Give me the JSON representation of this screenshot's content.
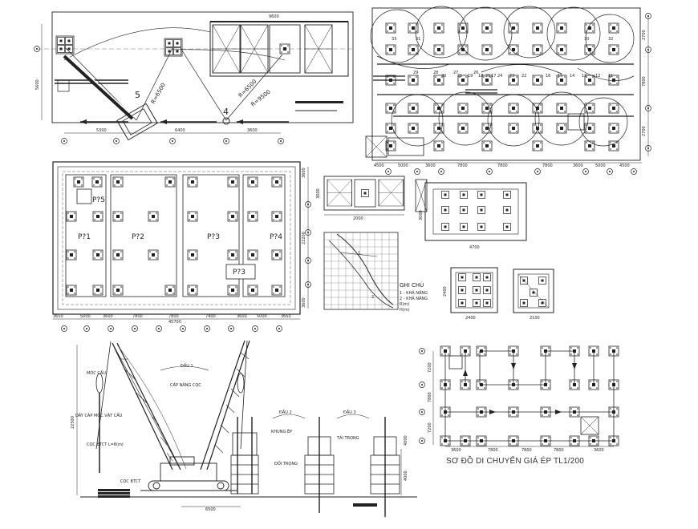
{
  "caption": "SƠ ĐỒ DI CHUYỂN GIÁ ÉP TL1/200",
  "top_left": {
    "radii": [
      "R=6500",
      "R=6500",
      "R=9500"
    ],
    "crane_positions": [
      "5",
      "4"
    ],
    "dims_bottom": [
      "5300",
      "6400",
      "3600"
    ],
    "dim_left": "5600",
    "dim_top": "9600"
  },
  "top_right": {
    "pile_numbers": [
      "33",
      "31",
      "32",
      "30",
      "29",
      "28",
      "27",
      "26",
      "25",
      "24",
      "23",
      "22",
      "21",
      "20",
      "19",
      "18",
      "17",
      "16",
      "15",
      "14",
      "13",
      "12",
      "11"
    ],
    "dims_right": [
      "2700",
      "7800",
      "2700"
    ],
    "dims_bottom": [
      "4500",
      "5000",
      "3600",
      "7800",
      "7800",
      "7800",
      "3600",
      "5000",
      "4500"
    ]
  },
  "pit_plan": {
    "labels": [
      "P?5",
      "P?1",
      "P?2",
      "P?3",
      "P?4",
      "P?3"
    ],
    "dims_bottom": [
      "3650",
      "5000",
      "3600",
      "7800",
      "7800",
      "7400",
      "3600",
      "5000",
      "3650"
    ],
    "total": "45700",
    "dims_right": [
      "3600",
      "22200",
      "3600"
    ]
  },
  "machine_detail": {
    "dims": [
      "2000",
      "3000"
    ]
  },
  "capacity_chart": {
    "legend_title": "GHI CHÚ",
    "legend": [
      "1 - KHẢ NĂNG",
      "2 - KHẢ NĂNG",
      "R(m)",
      "H(m)"
    ],
    "curve_labels": [
      "1",
      "2"
    ]
  },
  "pile_cap_details": {
    "dim_a": "4700",
    "dim_b": "3000",
    "dim_c": "2400",
    "dim_d": "2100",
    "dim_e": "2400"
  },
  "elevation": {
    "labels": [
      "MÓC CẨU",
      "DÂY CÁP MÓC VẬT CẨU",
      "CỌC BTCT L=8(m)",
      "ĐẦU 1",
      "ĐẦU 2",
      "ĐẦU 3",
      "CÁP NÂNG CỌC",
      "KHUNG ÉP",
      "TẢI TRỌNG",
      "CỌC BTCT",
      "ĐỐI TRỌNG"
    ],
    "dims": [
      "22500",
      "6500",
      "4000",
      "4000"
    ]
  },
  "movement_plan": {
    "dims_left": [
      "7200",
      "7800",
      "7200"
    ],
    "dims_bottom": [
      "3600",
      "7800",
      "7800",
      "7800",
      "3600"
    ]
  },
  "colors": {
    "ink": "#222222",
    "faint": "#555555",
    "paper": "#ffffff"
  }
}
